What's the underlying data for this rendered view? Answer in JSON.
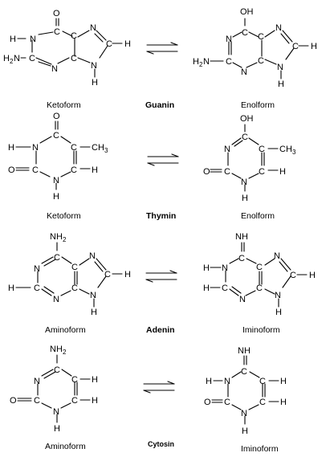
{
  "atoms": {
    "O": "O",
    "N": "N",
    "H": "H",
    "C": "C",
    "OH": "OH",
    "NH_main": "NH",
    "NH_sub": "2",
    "H2N_main": "H",
    "H2N_sub": "2",
    "H2N_end": "N",
    "CH3_main": "CH",
    "CH3_sub": "3",
    "NH_imino": "NH",
    "H_dash": "H–"
  },
  "rows": [
    {
      "left_label": "Ketoform",
      "name": "Guanin",
      "right_label": "Enolform"
    },
    {
      "left_label": "Ketoform",
      "name": "Thymin",
      "right_label": "Enolform"
    },
    {
      "left_label": "Aminoform",
      "name": "Adenin",
      "right_label": "Iminoform"
    },
    {
      "left_label": "Aminoform",
      "name": "Cytosin",
      "right_label": "Iminoform"
    }
  ]
}
